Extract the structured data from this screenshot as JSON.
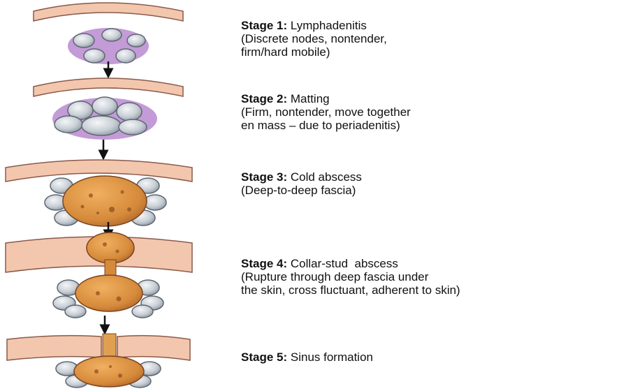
{
  "stages": [
    {
      "label": "Stage 1:",
      "name": "Lymphadenitis",
      "desc_lines": [
        "(Discrete nodes, nontender,",
        "firm/hard mobile)"
      ]
    },
    {
      "label": "Stage 2:",
      "name": "Matting",
      "desc_lines": [
        "(Firm, nontender, move together",
        "en mass – due to periadenitis)"
      ]
    },
    {
      "label": "Stage 3:",
      "name": "Cold abscess",
      "desc_lines": [
        "(Deep-to-deep fascia)"
      ]
    },
    {
      "label": "Stage 4:",
      "name": "Collar-stud  abscess",
      "desc_lines": [
        "(Rupture through deep fascia under",
        "the skin, cross fluctuant, adherent to skin)"
      ]
    },
    {
      "label": "Stage 5:",
      "name": "Sinus formation",
      "desc_lines": []
    }
  ],
  "colors": {
    "skin": "#f3c6ae",
    "skin_edge": "#8a5a4a",
    "inflammation": "#b98ad0",
    "node": "#c9cfd6",
    "node_edge": "#5d6670",
    "abscess": "#d58a3a",
    "abscess_spot": "#8e4a1f",
    "arrow": "#111111"
  }
}
